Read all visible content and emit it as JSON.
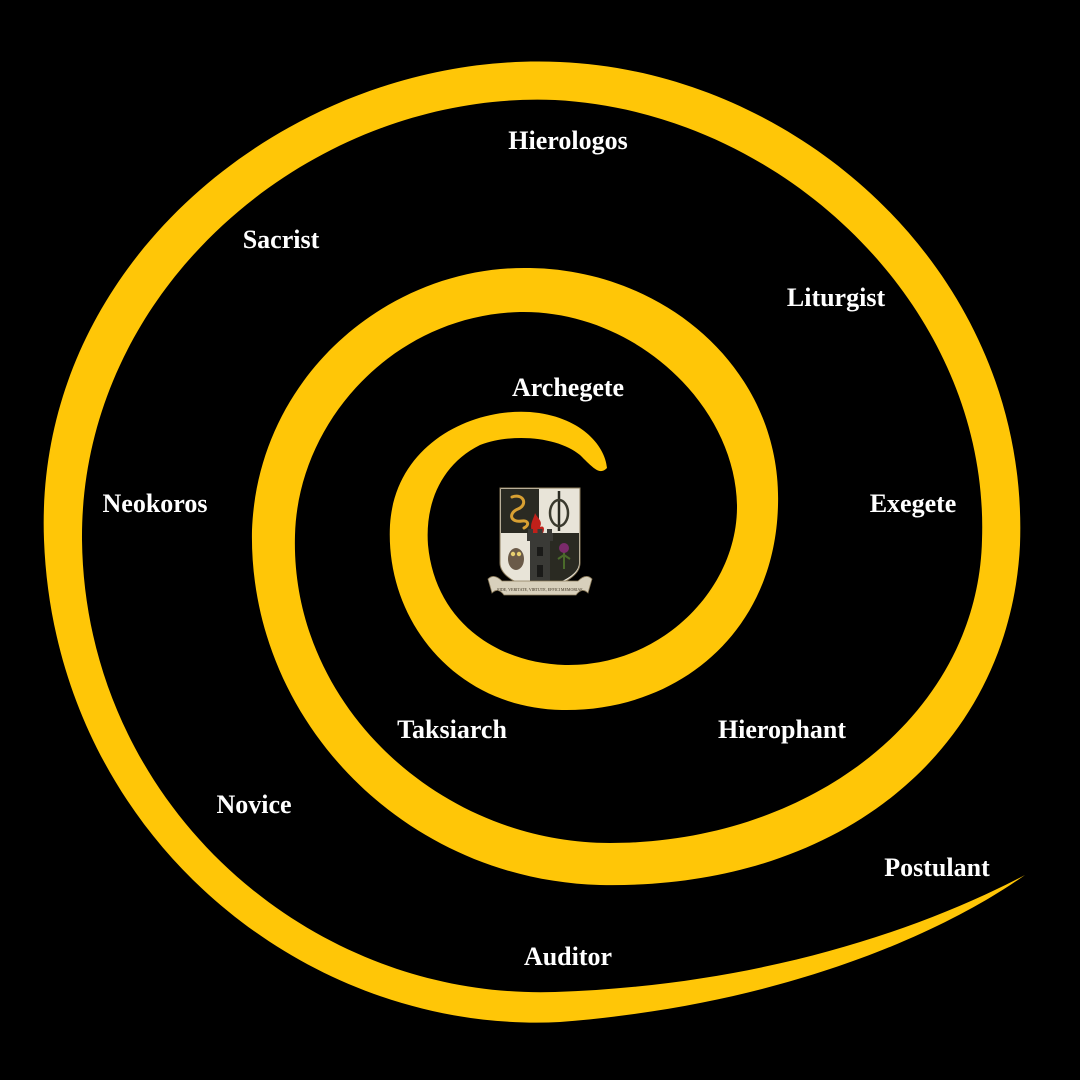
{
  "diagram": {
    "background_color": "#000000",
    "spiral_color": "#FFC607",
    "text_color": "#FFFFFF",
    "ranks": [
      {
        "label": "Postulant"
      },
      {
        "label": "Auditor"
      },
      {
        "label": "Novice"
      },
      {
        "label": "Neokoros"
      },
      {
        "label": "Sacrist"
      },
      {
        "label": "Hierologos"
      },
      {
        "label": "Liturgist"
      },
      {
        "label": "Exegete"
      },
      {
        "label": "Hierophant"
      },
      {
        "label": "Taksiarch"
      },
      {
        "label": "Archegete"
      }
    ],
    "emblem": {
      "name": "coat-of-arms",
      "motto": "FIDE, VERITATE, VIRTUTE, EFFICI MEMORIAE",
      "colors": {
        "field_dark": "#2a2a22",
        "field_light": "#e8e4d8",
        "serpent": "#d8a032",
        "flame": "#c0201a",
        "tower": "#3a3a36",
        "thistle": "#7a2a6a",
        "scroll": "#d8d0bc"
      }
    }
  }
}
